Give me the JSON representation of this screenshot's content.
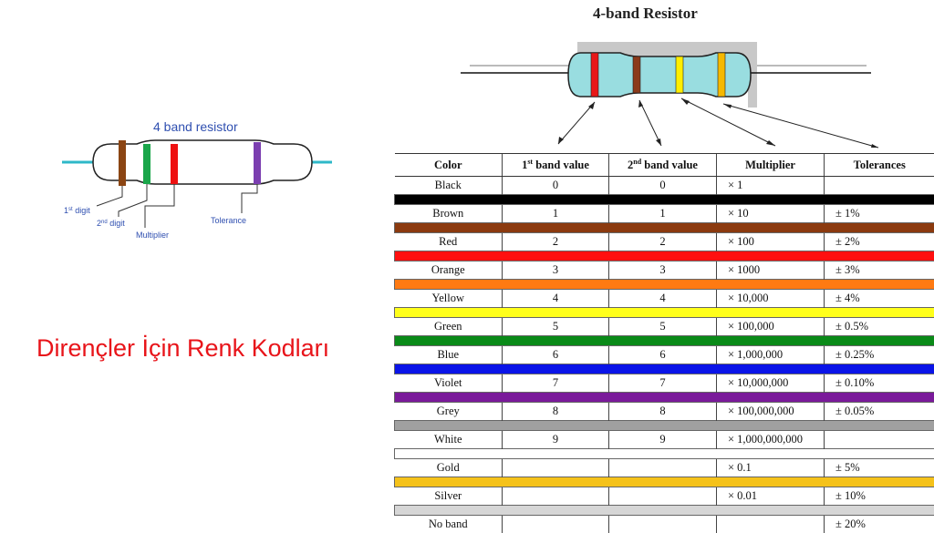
{
  "left_diagram": {
    "title": "4 band resistor",
    "labels": {
      "first_pre": "1",
      "first_sup": "st",
      "first_post": " digit",
      "second_pre": "2",
      "second_sup": "nd",
      "second_post": " digit",
      "multiplier": "Multiplier",
      "tolerance": "Tolerance"
    },
    "band_colors": [
      "#8b4513",
      "#1aa64a",
      "#ee1111",
      "#7b3fb0"
    ],
    "body_color": "#ffffff",
    "lead_color": "#2eb8c8"
  },
  "right_diagram": {
    "title": "4-band Resistor",
    "band_colors": [
      "#e81818",
      "#8b3a1a",
      "#ffee00",
      "#f5b800"
    ],
    "body_color": "#99dde0",
    "shadow_color": "#c8c8c8"
  },
  "slide_title": "Dirençler İçin Renk Kodları",
  "table": {
    "headers": {
      "color": "Color",
      "first_pre": "1",
      "first_sup": "st",
      "first_post": " band value",
      "second_pre": "2",
      "second_sup": "nd",
      "second_post": " band value",
      "multiplier": "Multiplier",
      "tolerances": "Tolerances"
    },
    "rows": [
      {
        "color": "Black",
        "first": "0",
        "second": "0",
        "multiplier": "× 1",
        "tolerance": "",
        "swatch": "#000000"
      },
      {
        "color": "Brown",
        "first": "1",
        "second": "1",
        "multiplier": "× 10",
        "tolerance": "± 1%",
        "swatch": "#8b3a0f"
      },
      {
        "color": "Red",
        "first": "2",
        "second": "2",
        "multiplier": "× 100",
        "tolerance": "± 2%",
        "swatch": "#ff1010"
      },
      {
        "color": "Orange",
        "first": "3",
        "second": "3",
        "multiplier": "× 1000",
        "tolerance": "± 3%",
        "swatch": "#ff7a12"
      },
      {
        "color": "Yellow",
        "first": "4",
        "second": "4",
        "multiplier": "× 10,000",
        "tolerance": "± 4%",
        "swatch": "#ffff1a"
      },
      {
        "color": "Green",
        "first": "5",
        "second": "5",
        "multiplier": "× 100,000",
        "tolerance": "± 0.5%",
        "swatch": "#0a8a18"
      },
      {
        "color": "Blue",
        "first": "6",
        "second": "6",
        "multiplier": "× 1,000,000",
        "tolerance": "± 0.25%",
        "swatch": "#0a14e8"
      },
      {
        "color": "Violet",
        "first": "7",
        "second": "7",
        "multiplier": "× 10,000,000",
        "tolerance": "± 0.10%",
        "swatch": "#7a1a9a"
      },
      {
        "color": "Grey",
        "first": "8",
        "second": "8",
        "multiplier": "× 100,000,000",
        "tolerance": "± 0.05%",
        "swatch": "#a0a0a0"
      },
      {
        "color": "White",
        "first": "9",
        "second": "9",
        "multiplier": "× 1,000,000,000",
        "tolerance": "",
        "swatch": "#ffffff"
      },
      {
        "color": "Gold",
        "first": "",
        "second": "",
        "multiplier": "× 0.1",
        "tolerance": "± 5%",
        "swatch": "#f5c21a"
      },
      {
        "color": "Silver",
        "first": "",
        "second": "",
        "multiplier": "× 0.01",
        "tolerance": "± 10%",
        "swatch": "#d6d6d6"
      },
      {
        "color": "No band",
        "first": "",
        "second": "",
        "multiplier": "",
        "tolerance": "± 20%",
        "swatch": ""
      }
    ]
  }
}
